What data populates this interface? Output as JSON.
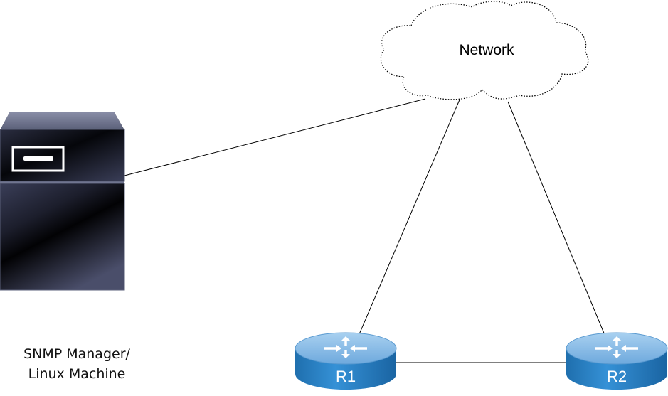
{
  "diagram": {
    "nodes": {
      "network": {
        "label": "Network",
        "icon": "cloud-icon"
      },
      "manager": {
        "label_line1": "SNMP Manager/",
        "label_line2": "Linux Machine",
        "icon": "server-icon"
      },
      "r1": {
        "label": "R1",
        "icon": "router-icon"
      },
      "r2": {
        "label": "R2",
        "icon": "router-icon"
      }
    },
    "links": [
      {
        "from": "manager",
        "to": "network"
      },
      {
        "from": "network",
        "to": "r1"
      },
      {
        "from": "network",
        "to": "r2"
      },
      {
        "from": "r1",
        "to": "r2"
      }
    ],
    "colors": {
      "router_top": "#8cbde8",
      "router_side": "#2a7ec0",
      "server_body": "#1a1d2e",
      "link": "#000000",
      "r1_r2_link": "#808080"
    }
  }
}
